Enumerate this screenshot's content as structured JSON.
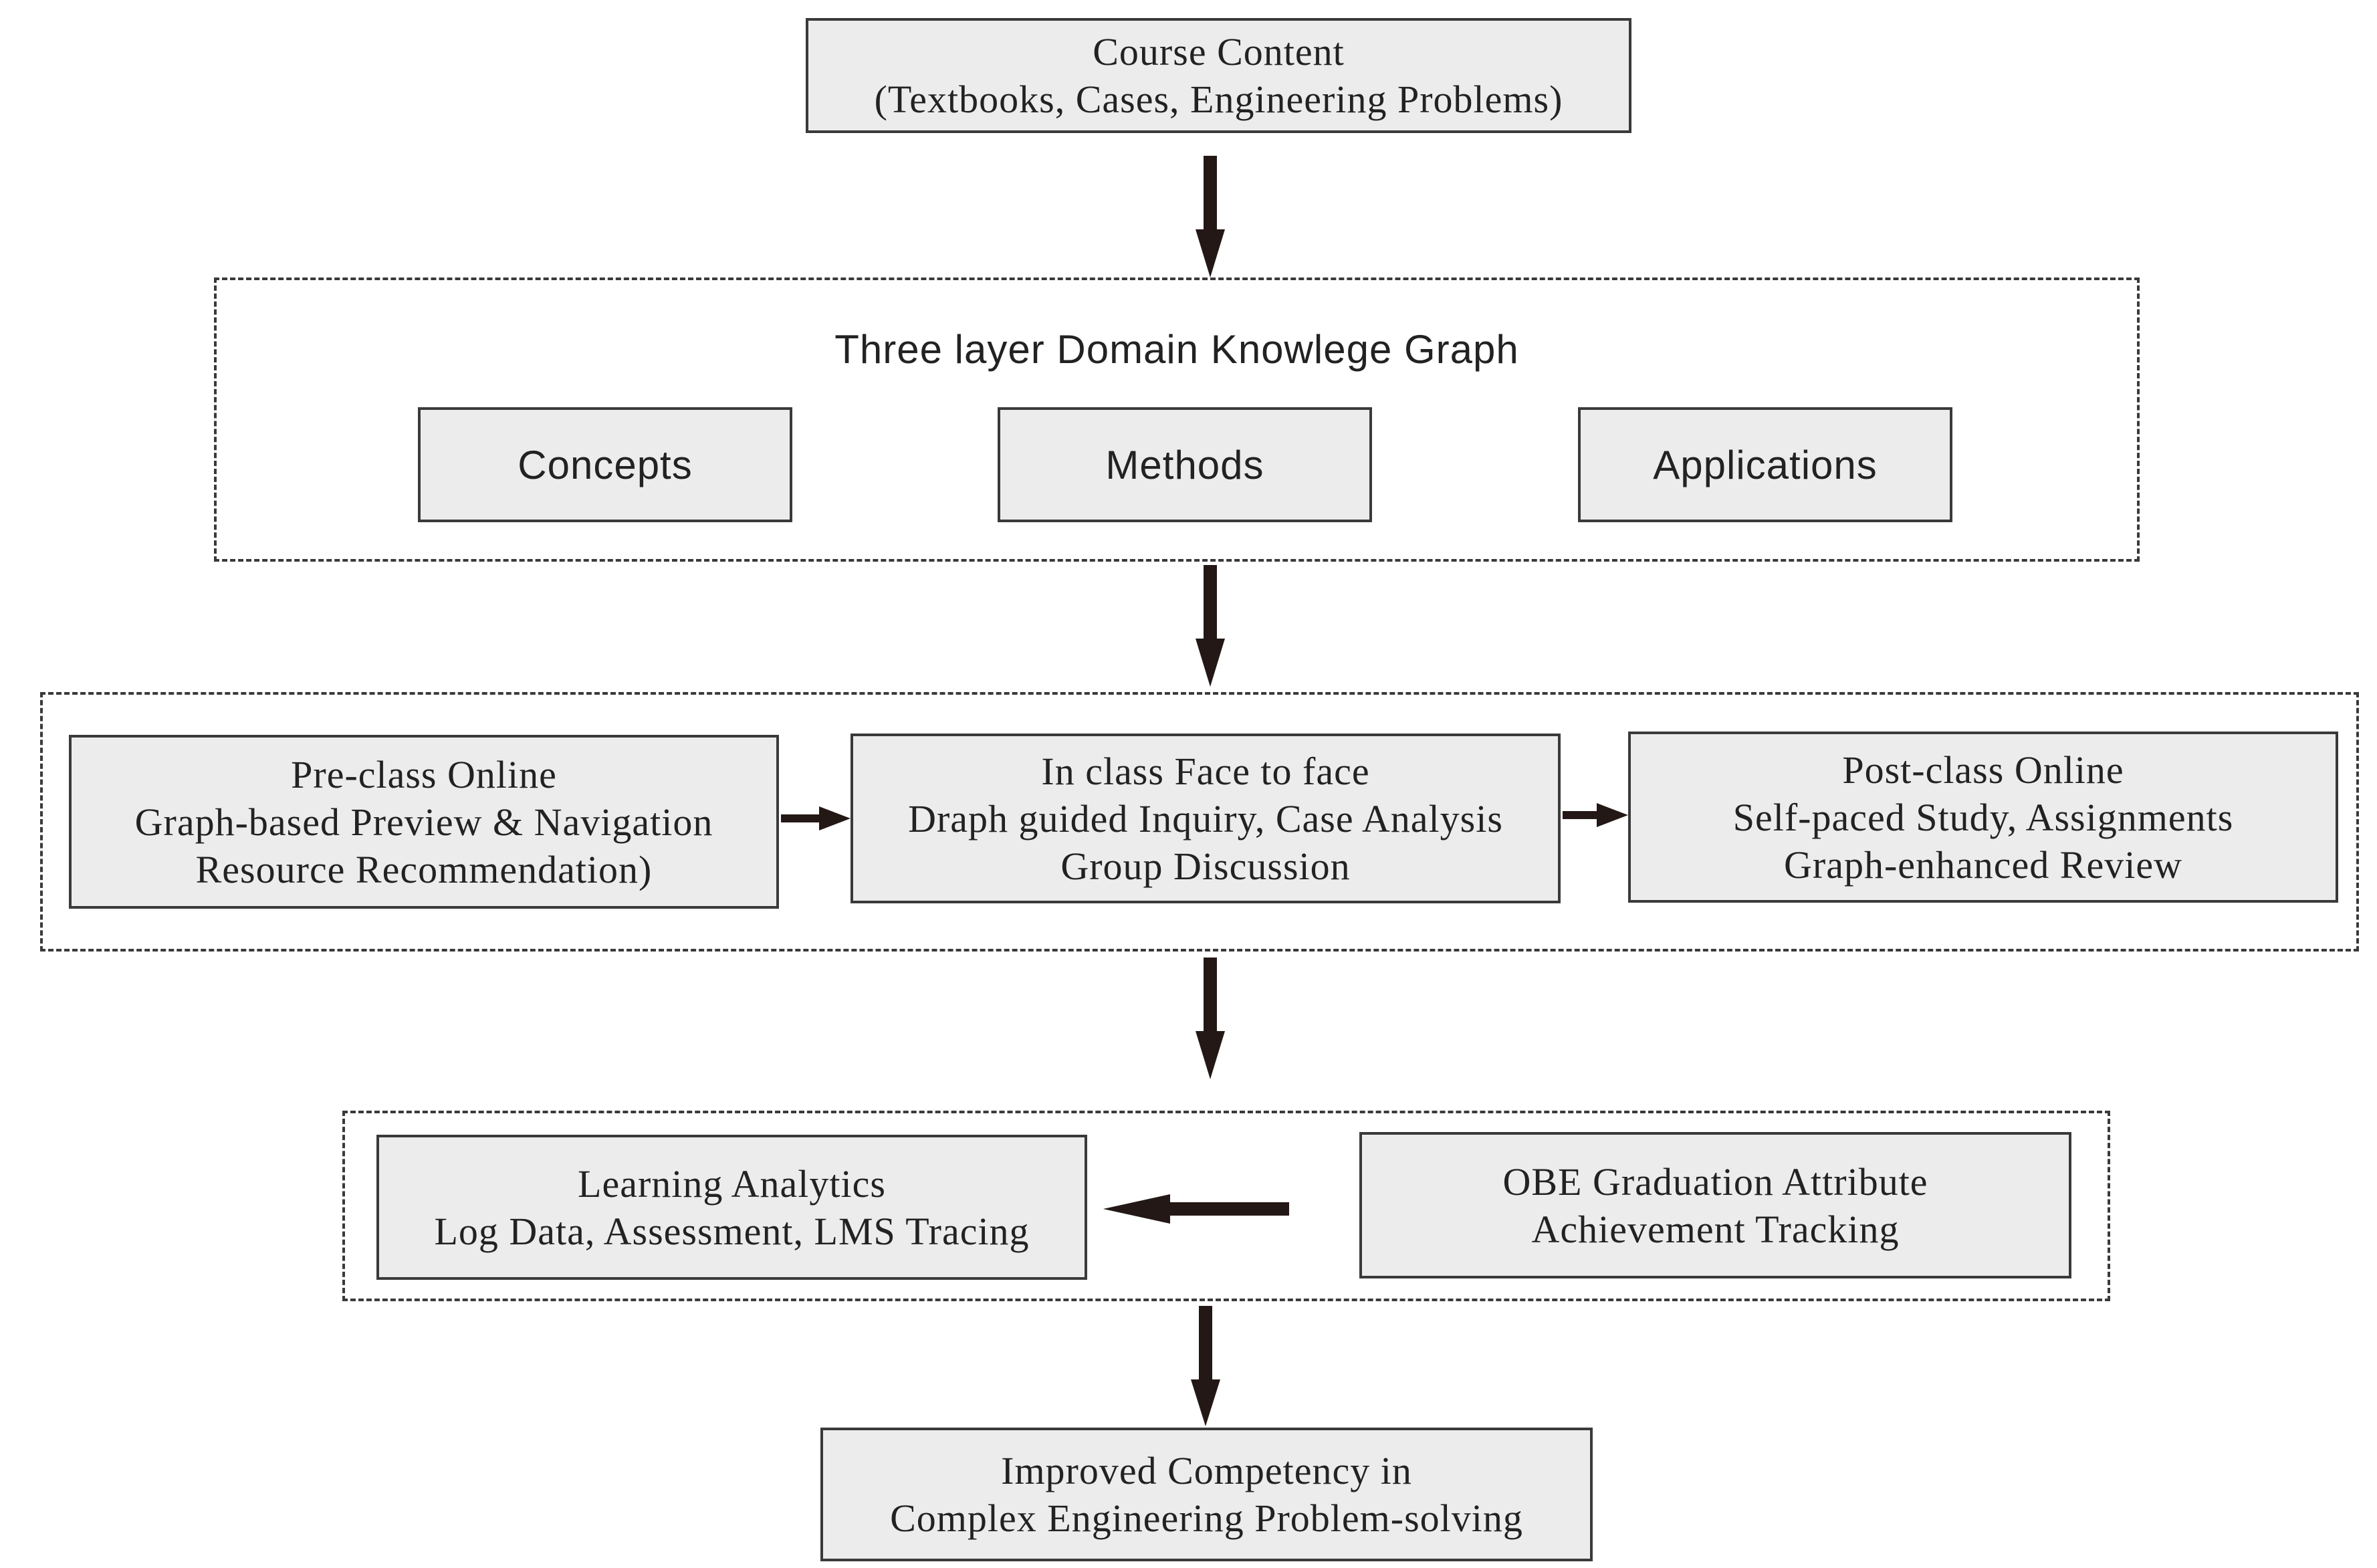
{
  "course_content": {
    "lines": [
      "Course Content",
      "(Textbooks, Cases, Engineering Problems)"
    ]
  },
  "knowledge_graph": {
    "title": "Three layer Domain Knowlege Graph",
    "layers": [
      "Concepts",
      "Methods",
      "Applications"
    ]
  },
  "teaching_stages": {
    "pre_class": [
      "Pre-class Online",
      "Graph-based Preview & Navigation",
      "Resource Recommendation)"
    ],
    "in_class": [
      "In class Face to face",
      "Draph guided Inquiry, Case Analysis",
      "Group Discussion"
    ],
    "post_class": [
      "Post-class Online",
      "Self-paced Study, Assignments",
      "Graph-enhanced Review"
    ]
  },
  "evaluation": {
    "learning_analytics": [
      "Learning Analytics",
      "Log Data, Assessment, LMS Tracing"
    ],
    "obe_tracking": [
      "OBE Graduation Attribute",
      "Achievement Tracking"
    ]
  },
  "outcome": {
    "lines": [
      "Improved Competency in",
      "Complex Engineering Problem-solving"
    ]
  },
  "colors": {
    "box_fill": "#ececec",
    "stroke": "#3a3a3a",
    "arrow": "#231815"
  }
}
